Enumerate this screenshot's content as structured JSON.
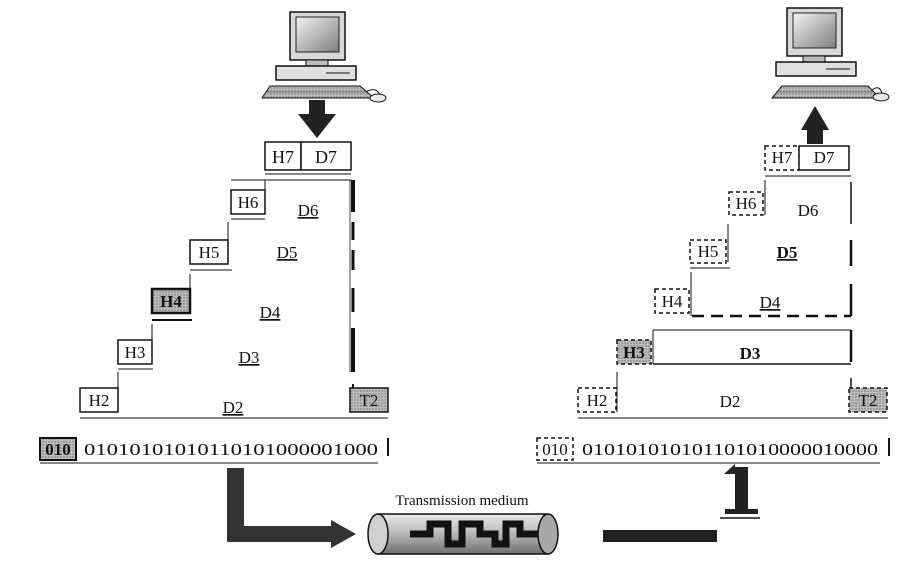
{
  "sender": {
    "headers": [
      "H7",
      "H6",
      "H5",
      "H4",
      "H3",
      "H2"
    ],
    "data": [
      "D7",
      "D6",
      "D5",
      "D4",
      "D3",
      "D2"
    ],
    "trailer": "T2",
    "flag": "010",
    "bitstream": "01010101010110101000001000"
  },
  "receiver": {
    "headers": [
      "H7",
      "H6",
      "H5",
      "H4",
      "H3",
      "H2"
    ],
    "data": [
      "D7",
      "D6",
      "D5",
      "D4",
      "D3",
      "D2"
    ],
    "trailer": "T2",
    "flag": "010",
    "bitstream": "010101010101101010000010000"
  },
  "medium": {
    "label": "Transmission medium"
  }
}
